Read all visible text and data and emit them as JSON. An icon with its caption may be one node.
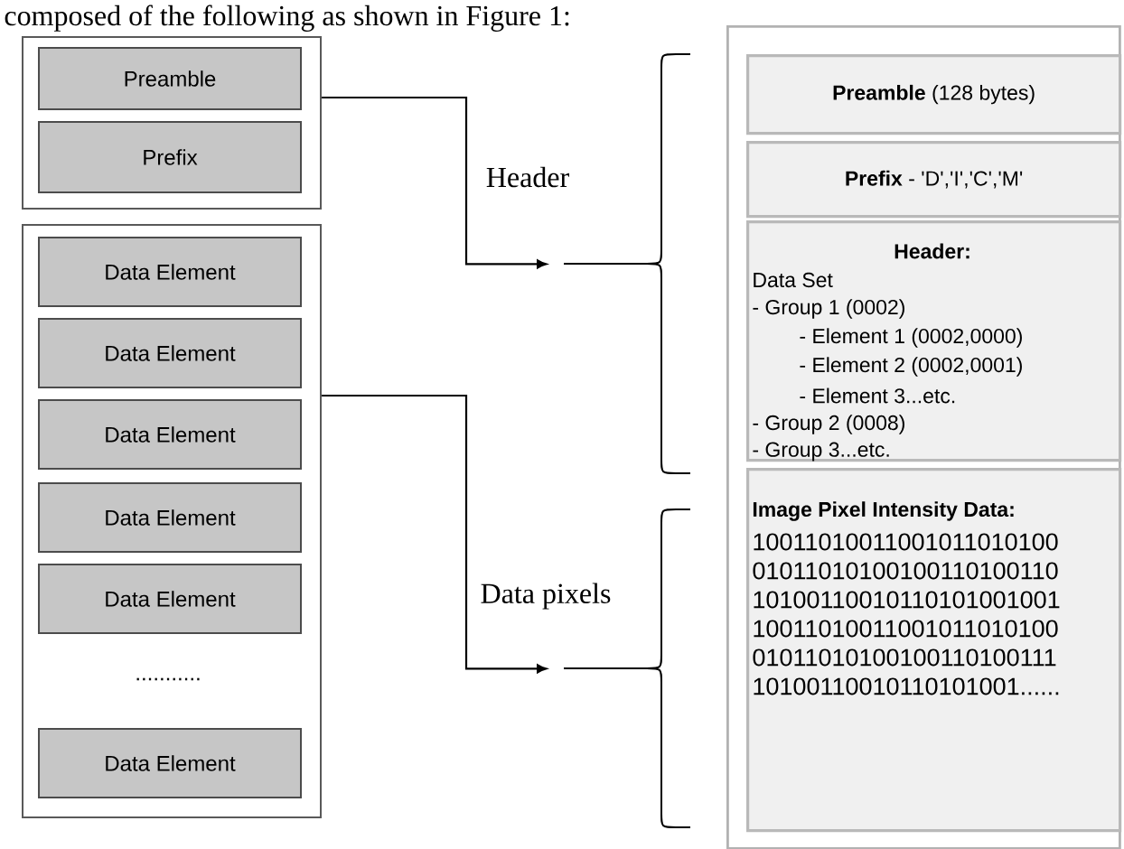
{
  "diagram": {
    "nodes": [
      {
        "text": [],
        "shape": "box"
      },
      {
        "text": [
          "Preamble"
        ],
        "in": 0
      },
      {
        "text": [
          "Prefix"
        ],
        "in": 0
      },
      {
        "text": [],
        "shape": "box"
      },
      {
        "text": [
          "Data Element"
        ],
        "in": 3
      },
      {
        "text": [
          "Data Element"
        ],
        "in": 3
      },
      {
        "text": [
          "Data Element"
        ],
        "in": 3
      },
      {
        "text": [
          "Data Element"
        ],
        "in": 3
      },
      {
        "text": [
          "Data Element"
        ],
        "in": 3
      },
      {
        "text": [
          "Data Element"
        ],
        "in": 3
      },
      {
        "text": [],
        "shape": "box"
      },
      {
        "text": [
          "**Preamble** (128 bytes)"
        ],
        "in": 10
      },
      {
        "text": [
          "**Prefix** - 'D','I','C','M'"
        ],
        "in": 10
      },
      {
        "text": [
          "Header:",
          "Data Set",
          "- Group 1 (0002)",
          "- Element 1 (0002,0000)",
          "- Element 2 (0002,0001)",
          "- Element 3...etc.",
          "- Group 2 (0008)",
          "- Group 3...etc."
        ],
        "in": 10
      },
      {
        "text": [
          "Image Pixel Intensity Data:",
          "10011010011001011010100",
          "01011010100100110100110",
          "10100110010110101001001",
          "10011010011001011010100",
          "01011010100100110100111",
          "10100110010110101001......"
        ],
        "in": 10
      },
      {
        "text": [],
        "shape": "brace"
      },
      {
        "text": [],
        "shape": "brace"
      }
    ],
    "edges": [
      {
        "from": 0,
        "to": 15,
        "arrow": "to",
        "label": "Header"
      },
      {
        "from": 3,
        "to": 16,
        "arrow": "to",
        "label": "Data pixels"
      }
    ],
    "labels": [
      "composed of the following as shown in Figure 1:",
      "..........."
    ]
  }
}
